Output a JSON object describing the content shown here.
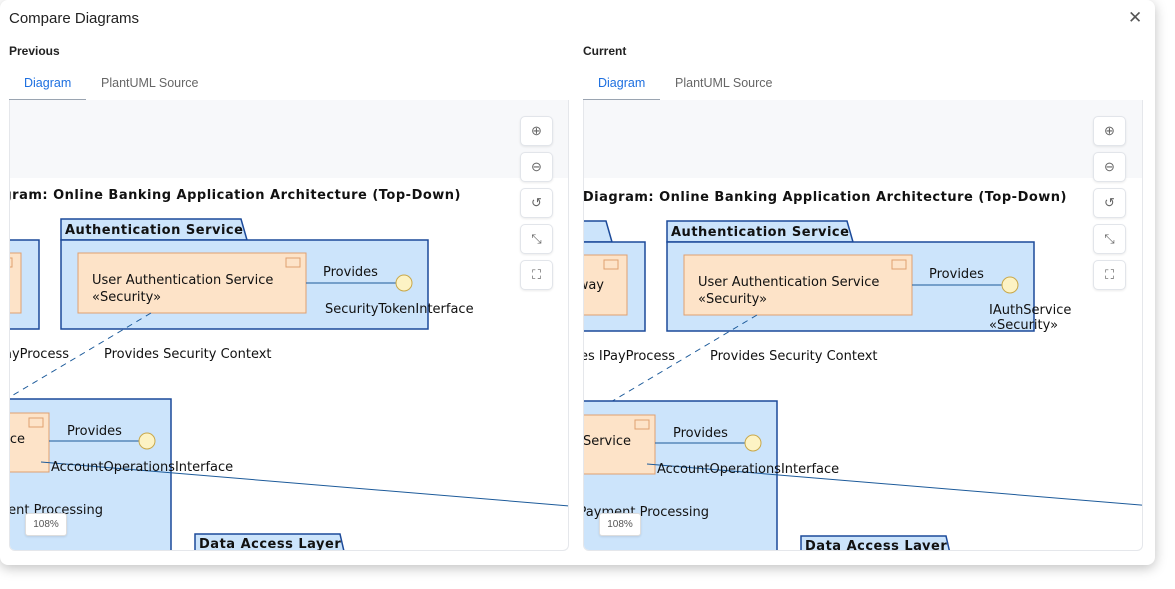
{
  "dialog": {
    "title": "Compare Diagrams",
    "close_icon": "close-icon"
  },
  "tabs": {
    "diagram": "Diagram",
    "source": "PlantUML Source"
  },
  "previous": {
    "label": "Previous",
    "zoom_level": "108%",
    "diagram": {
      "title": "Component Diagram: Online Banking Application Architecture (Top-Down)",
      "auth_package": "Authentication Service",
      "auth_component": "User Authentication Service",
      "auth_stereotype": "«Security»",
      "auth_provides": "Provides",
      "auth_interface": "SecurityTokenInterface",
      "auth_interface_stereo": "",
      "gateway_component": "",
      "pay_provides": "Provides IPayProcess",
      "security_context": "Provides Security Context",
      "account_component": "Account Service",
      "account_provides": "Provides",
      "account_interface": "AccountOperationsInterface",
      "payment_label": "Payment Processing",
      "data_package": "Data Access Layer"
    }
  },
  "current": {
    "label": "Current",
    "zoom_level": "108%",
    "diagram": {
      "title": "Component Diagram: Online Banking Application Architecture (Top-Down)",
      "auth_package": "Authentication Service",
      "auth_component": "User Authentication Service",
      "auth_stereotype": "«Security»",
      "auth_provides": "Provides",
      "auth_interface": "IAuthService",
      "auth_interface_stereo": "«Security»",
      "gateway_component": "Payment Gateway",
      "pay_provides": "Provides IPayProcess",
      "security_context": "Provides Security Context",
      "account_component": "Account Service",
      "account_provides": "Provides",
      "account_interface": "AccountOperationsInterface",
      "payment_label": "Payment Processing",
      "data_package": "Data Access Layer"
    }
  },
  "toolbar": [
    "zoom-in-icon",
    "zoom-out-icon",
    "reset-icon",
    "fit-icon",
    "fullscreen-icon"
  ],
  "colors": {
    "accent": "#1d6fe0",
    "package_fill": "#cce4fb",
    "package_stroke": "#1c4a9a",
    "component_fill": "#fde3c8",
    "component_stroke": "#e0a070",
    "interface_fill": "#fdf3c4"
  }
}
